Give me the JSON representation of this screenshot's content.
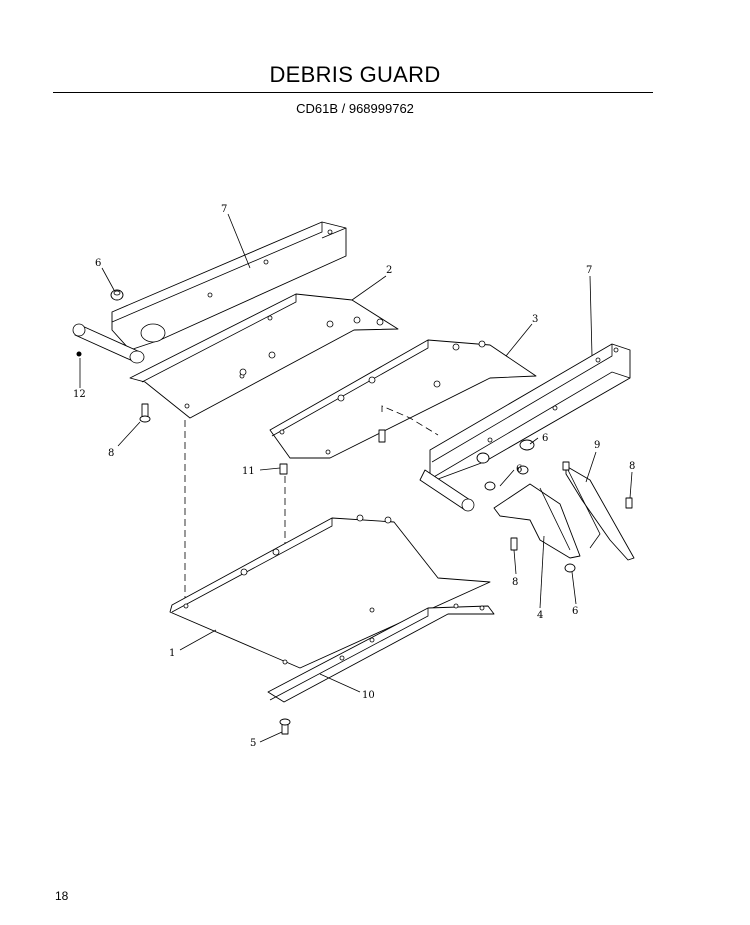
{
  "page": {
    "title": "DEBRIS GUARD",
    "subtitle": "CD61B / 968999762",
    "page_number": "18"
  },
  "callouts": [
    {
      "id": "c7a",
      "text": "7"
    },
    {
      "id": "c6a",
      "text": "6"
    },
    {
      "id": "c12",
      "text": "12"
    },
    {
      "id": "c2",
      "text": "2"
    },
    {
      "id": "c3",
      "text": "3"
    },
    {
      "id": "c7b",
      "text": "7"
    },
    {
      "id": "c8a",
      "text": "8"
    },
    {
      "id": "c11",
      "text": "11"
    },
    {
      "id": "c6b",
      "text": "6"
    },
    {
      "id": "c6c",
      "text": "6"
    },
    {
      "id": "c9",
      "text": "9"
    },
    {
      "id": "c8b",
      "text": "8"
    },
    {
      "id": "c8c",
      "text": "8"
    },
    {
      "id": "c6d",
      "text": "6"
    },
    {
      "id": "c4",
      "text": "4"
    },
    {
      "id": "c1",
      "text": "1"
    },
    {
      "id": "c10",
      "text": "10"
    },
    {
      "id": "c5",
      "text": "5"
    }
  ]
}
